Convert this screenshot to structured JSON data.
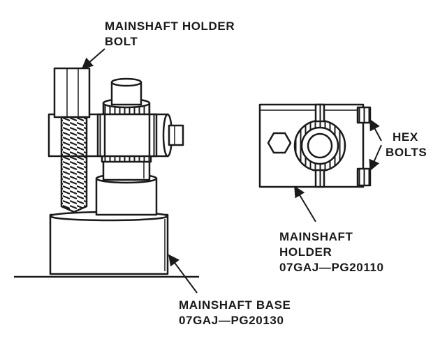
{
  "labels": {
    "holder_bolt": {
      "line1": "MAINSHAFT HOLDER",
      "line2": "BOLT"
    },
    "hex_bolts": {
      "line1": "HEX",
      "line2": "BOLTS"
    },
    "mainshaft_holder": {
      "line1": "MAINSHAFT",
      "line2": "HOLDER",
      "line3": "07GAJ—PG20110"
    },
    "mainshaft_base": {
      "line1": "MAINSHAFT BASE",
      "line2": "07GAJ—PG20130"
    }
  },
  "colors": {
    "ink": "#1a1a1a",
    "paper": "#ffffff"
  }
}
